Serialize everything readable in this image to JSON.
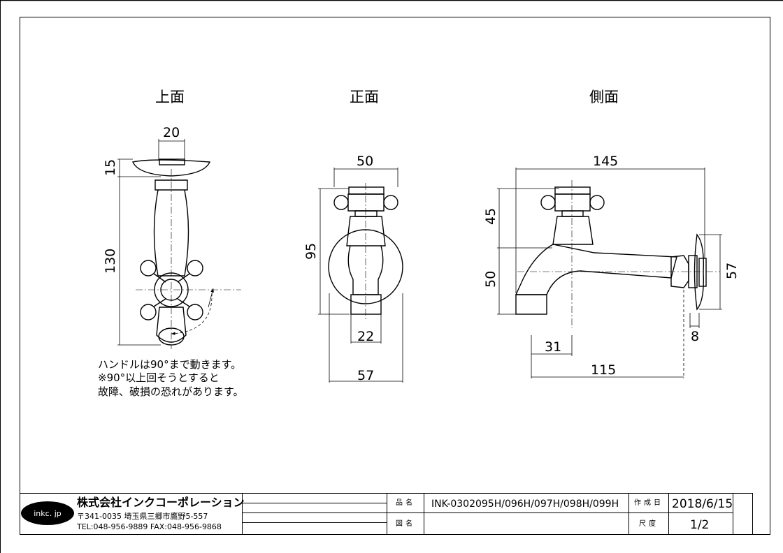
{
  "views": {
    "top": "上面",
    "front": "正面",
    "side": "側面"
  },
  "dimensions": {
    "top_width": "20",
    "top_flange": "15",
    "top_length": "130",
    "front_width": "50",
    "front_height": "95",
    "front_spout": "22",
    "front_plate": "57",
    "side_length": "145",
    "side_handle_height": "45",
    "side_spout_height": "50",
    "side_plate": "57",
    "side_tip": "31",
    "side_reach": "115",
    "side_thread": "8"
  },
  "note": {
    "line1": "ハンドルは90°まで動きます。",
    "line2": "※90°以上回そうとすると",
    "line3": "故障、破損の恐れがあります。"
  },
  "title_block": {
    "logo": "inkc. jp",
    "company": "株式会社インクコーポレーション",
    "address": "〒341-0035 埼玉県三郷市鷹野5-557",
    "contact": "TEL:048-956-9889 FAX:048-956-9868",
    "product_label": "品名",
    "product_value": "INK-0302095H/096H/097H/098H/099H",
    "drawing_label": "図名",
    "drawing_value": "",
    "date_label": "作成日",
    "date_value": "2018/6/15",
    "scale_label": "尺度",
    "scale_value": "1/2"
  }
}
